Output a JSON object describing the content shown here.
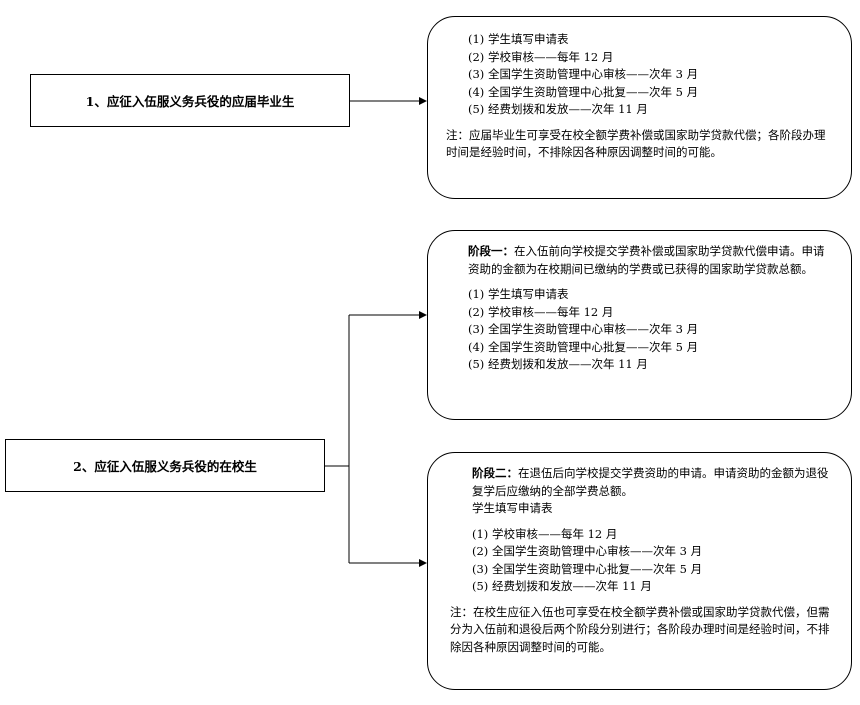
{
  "label1": "1、应征入伍服义务兵役的应届毕业生",
  "label2": "2、应征入伍服义务兵役的在校生",
  "box1": {
    "steps": [
      "(1) 学生填写申请表",
      "(2) 学校审核——每年 12 月",
      "(3) 全国学生资助管理中心审核——次年 3 月",
      "(4) 全国学生资助管理中心批复——次年 5 月",
      "(5) 经费划拨和发放——次年 11 月"
    ],
    "note": "注：应届毕业生可享受在校全额学费补偿或国家助学贷款代偿；各阶段办理时间是经验时间，不排除因各种原因调整时间的可能。"
  },
  "box2": {
    "stage_title": "阶段一：",
    "stage_text": "在入伍前向学校提交学费补偿或国家助学贷款代偿申请。申请资助的金额为在校期间已缴纳的学费或已获得的国家助学贷款总额。",
    "steps": [
      "(1) 学生填写申请表",
      "(2) 学校审核——每年 12 月",
      "(3) 全国学生资助管理中心审核——次年 3 月",
      "(4) 全国学生资助管理中心批复——次年 5 月",
      "(5) 经费划拨和发放——次年 11 月"
    ]
  },
  "box3": {
    "stage_title": "阶段二：",
    "stage_text": "在退伍后向学校提交学费资助的申请。申请资助的金额为退役复学后应缴纳的全部学费总额。",
    "pre_line": "学生填写申请表",
    "steps": [
      "(1) 学校审核——每年 12 月",
      "(2) 全国学生资助管理中心审核——次年 3 月",
      "(3) 全国学生资助管理中心批复——次年 5 月",
      "(5) 经费划拨和发放——次年 11 月"
    ],
    "note": "注：在校生应征入伍也可享受在校全额学费补偿或国家助学贷款代偿，但需分为入伍前和退役后两个阶段分别进行；各阶段办理时间是经验时间，不排除因各种原因调整时间的可能。"
  }
}
